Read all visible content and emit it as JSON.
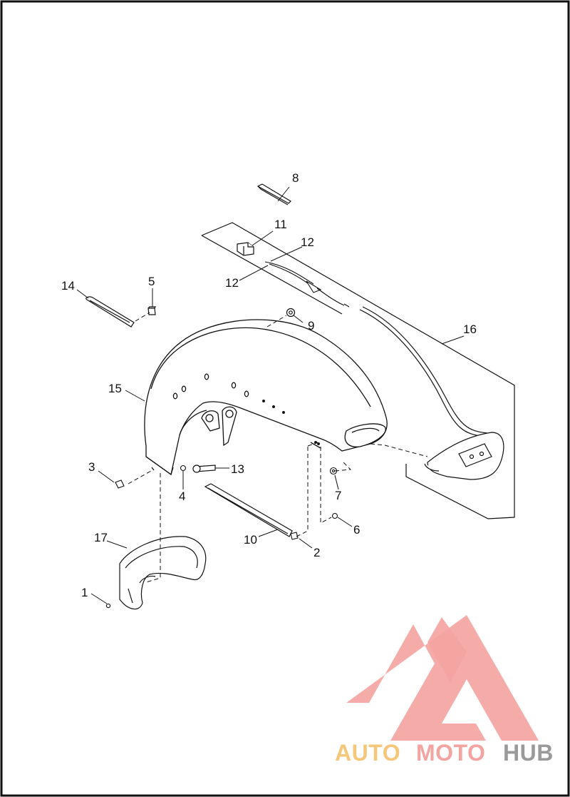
{
  "diagram": {
    "callouts": [
      {
        "id": "c8",
        "label": "8"
      },
      {
        "id": "c11",
        "label": "11"
      },
      {
        "id": "c12a",
        "label": "12"
      },
      {
        "id": "c12b",
        "label": "12"
      },
      {
        "id": "c14",
        "label": "14"
      },
      {
        "id": "c5",
        "label": "5"
      },
      {
        "id": "c9",
        "label": "9"
      },
      {
        "id": "c16",
        "label": "16"
      },
      {
        "id": "c15",
        "label": "15"
      },
      {
        "id": "c3",
        "label": "3"
      },
      {
        "id": "c4",
        "label": "4"
      },
      {
        "id": "c13",
        "label": "13"
      },
      {
        "id": "c7",
        "label": "7"
      },
      {
        "id": "c6",
        "label": "6"
      },
      {
        "id": "c10",
        "label": "10"
      },
      {
        "id": "c2",
        "label": "2"
      },
      {
        "id": "c17",
        "label": "17"
      },
      {
        "id": "c1",
        "label": "1"
      }
    ]
  },
  "watermark": {
    "text_part1": "AUTO",
    "text_part2": "MOTO",
    "text_part3": "HUB",
    "color_part1": "#f5c77a",
    "color_part2": "#f3a3a0",
    "color_part3": "#9a9a9a",
    "logo_color": "#f4a3a0"
  },
  "colors": {
    "line": "#111111",
    "frame": "#111111",
    "background": "#ffffff"
  }
}
